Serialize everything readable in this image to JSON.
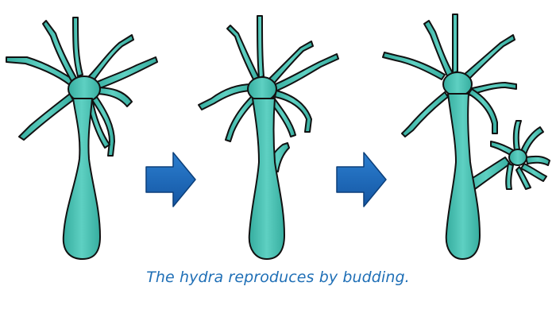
{
  "caption": "The hydra reproduces by budding.",
  "stages": [
    {
      "name": "hydra-adult"
    },
    {
      "name": "hydra-bud-forming"
    },
    {
      "name": "hydra-bud-developed"
    }
  ],
  "colors": {
    "body_fill": "#3fbcae",
    "body_outline": "#111111",
    "arrow_fill": "#1a64b8",
    "arrow_outline": "#0c3f7a",
    "caption_text": "#1f6fb6"
  },
  "icons": {
    "arrow": "right-arrow-icon"
  }
}
